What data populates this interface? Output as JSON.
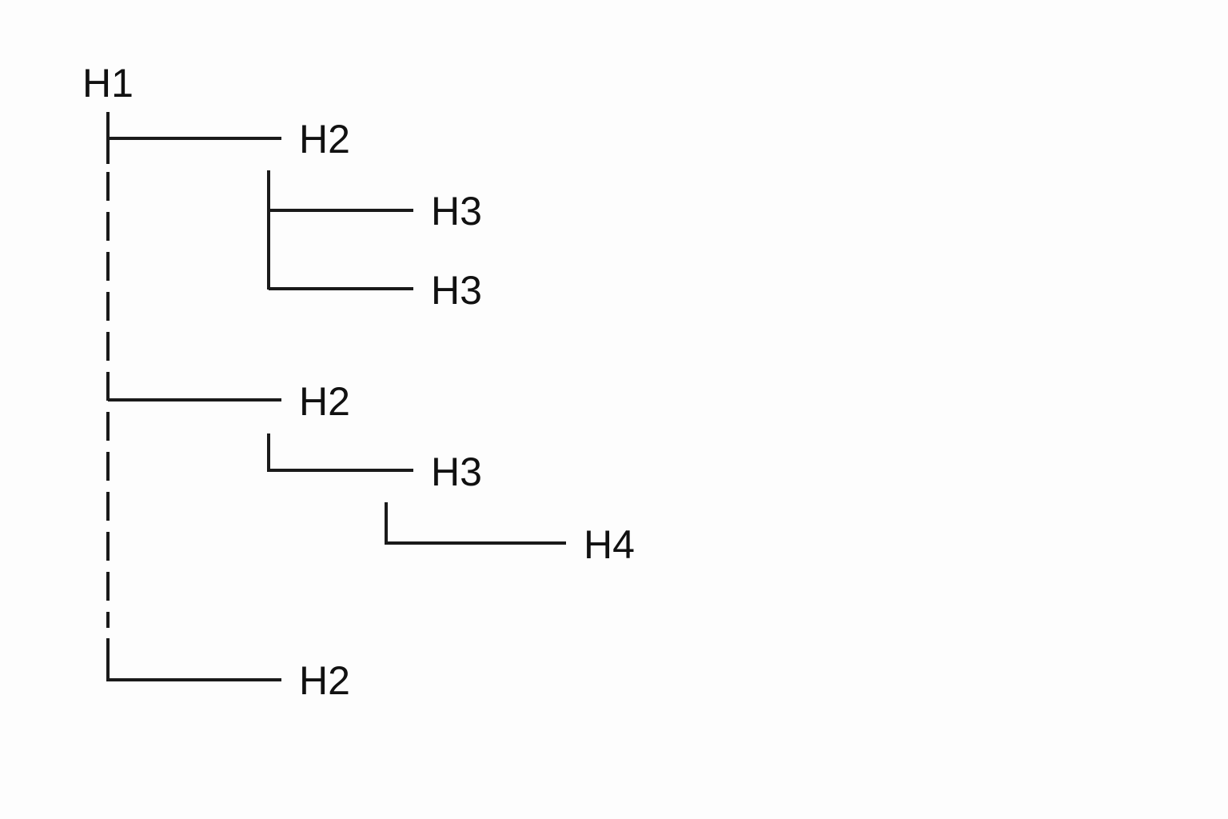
{
  "colors": {
    "background": "#fdfdfd",
    "line": "#1a1a1a",
    "text": "#111111"
  },
  "tree": {
    "root": {
      "label": "H1"
    },
    "nodes": [
      {
        "label": "H2",
        "level": 2
      },
      {
        "label": "H3",
        "level": 3
      },
      {
        "label": "H3",
        "level": 3
      },
      {
        "label": "H2",
        "level": 2
      },
      {
        "label": "H3",
        "level": 3
      },
      {
        "label": "H4",
        "level": 4
      },
      {
        "label": "H2",
        "level": 2
      }
    ]
  }
}
